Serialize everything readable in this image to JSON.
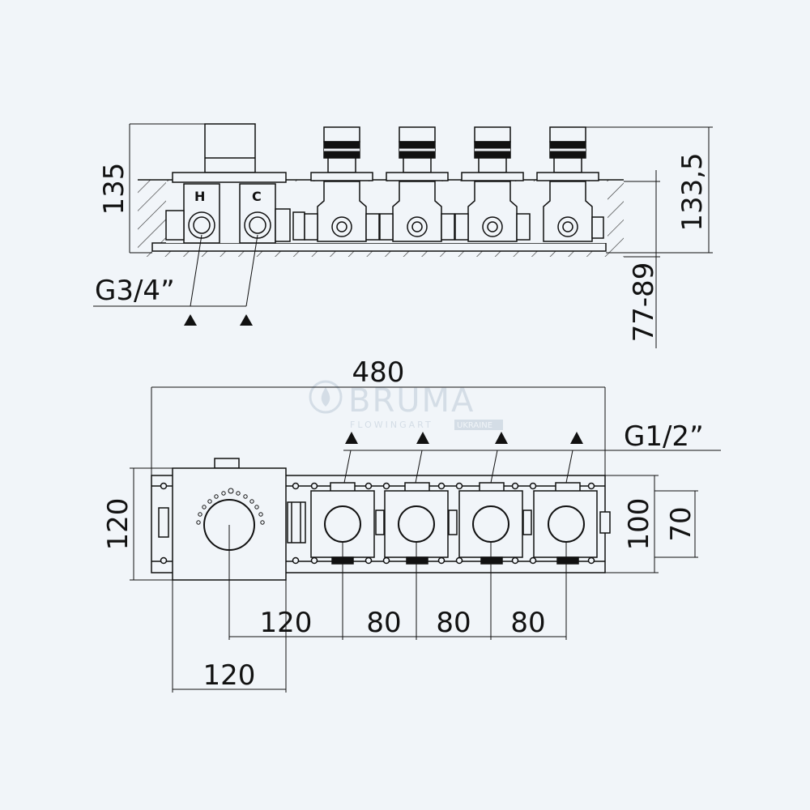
{
  "watermark": {
    "brand": "BRUMA",
    "tagline": "FLOWINGART",
    "region": "UKRAINE"
  },
  "side_view": {
    "height_left": "135",
    "height_right": "133,5",
    "depth_range": "77-89",
    "inlet_thread": "G3/4”",
    "hot_label": "H",
    "cold_label": "C"
  },
  "front_view": {
    "total_width": "480",
    "outlet_thread": "G1/2”",
    "height_left": "120",
    "height_right_outer": "100",
    "height_right_inner": "70",
    "thermostat_to_first": "120",
    "spacing_1": "80",
    "spacing_2": "80",
    "spacing_3": "80",
    "thermostat_width": "120"
  },
  "colors": {
    "background": "#f1f5f9",
    "line": "#111111",
    "watermark": "#d4dde6"
  }
}
